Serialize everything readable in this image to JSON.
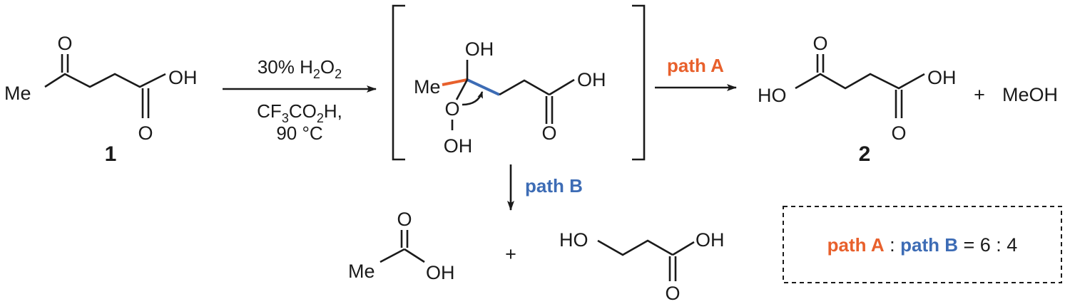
{
  "colors": {
    "path_a": "#e8602c",
    "path_b": "#3d6cb5",
    "ink": "#1a1a1a"
  },
  "compound_1": {
    "label": "1",
    "ketone_O": "O",
    "methyl": "Me",
    "acid_OH": "OH",
    "acid_O": "O"
  },
  "reaction_conditions": {
    "reagent_prefix": "30% H",
    "reagent_sub1": "2",
    "reagent_mid": "O",
    "reagent_sub2": "2",
    "acid_prefix": "CF",
    "acid_sub1": "3",
    "acid_mid": "CO",
    "acid_sub2": "2",
    "acid_suffix": "H,",
    "temperature": "90 °C"
  },
  "intermediate": {
    "hydroxyl_OH": "OH",
    "methyl": "Me",
    "peroxy_O": "O",
    "peroxy_OH": "OH",
    "acid_OH": "OH",
    "acid_O": "O"
  },
  "path_a": {
    "label": "path A"
  },
  "path_b": {
    "label": "path B"
  },
  "product_2": {
    "label": "2",
    "left_HO": "HO",
    "left_O": "O",
    "right_OH": "OH",
    "right_O": "O"
  },
  "byproducts": {
    "plus_1": "+",
    "methanol": "MeOH",
    "acetic_methyl": "Me",
    "acetic_O": "O",
    "acetic_OH": "OH",
    "plus_2": "+",
    "hp_HO": "HO",
    "hp_OH": "OH",
    "hp_O": "O"
  },
  "ratio_box": {
    "path_a": "path A",
    "sep1": " : ",
    "path_b": "path B",
    "tail": " = 6 : 4"
  }
}
